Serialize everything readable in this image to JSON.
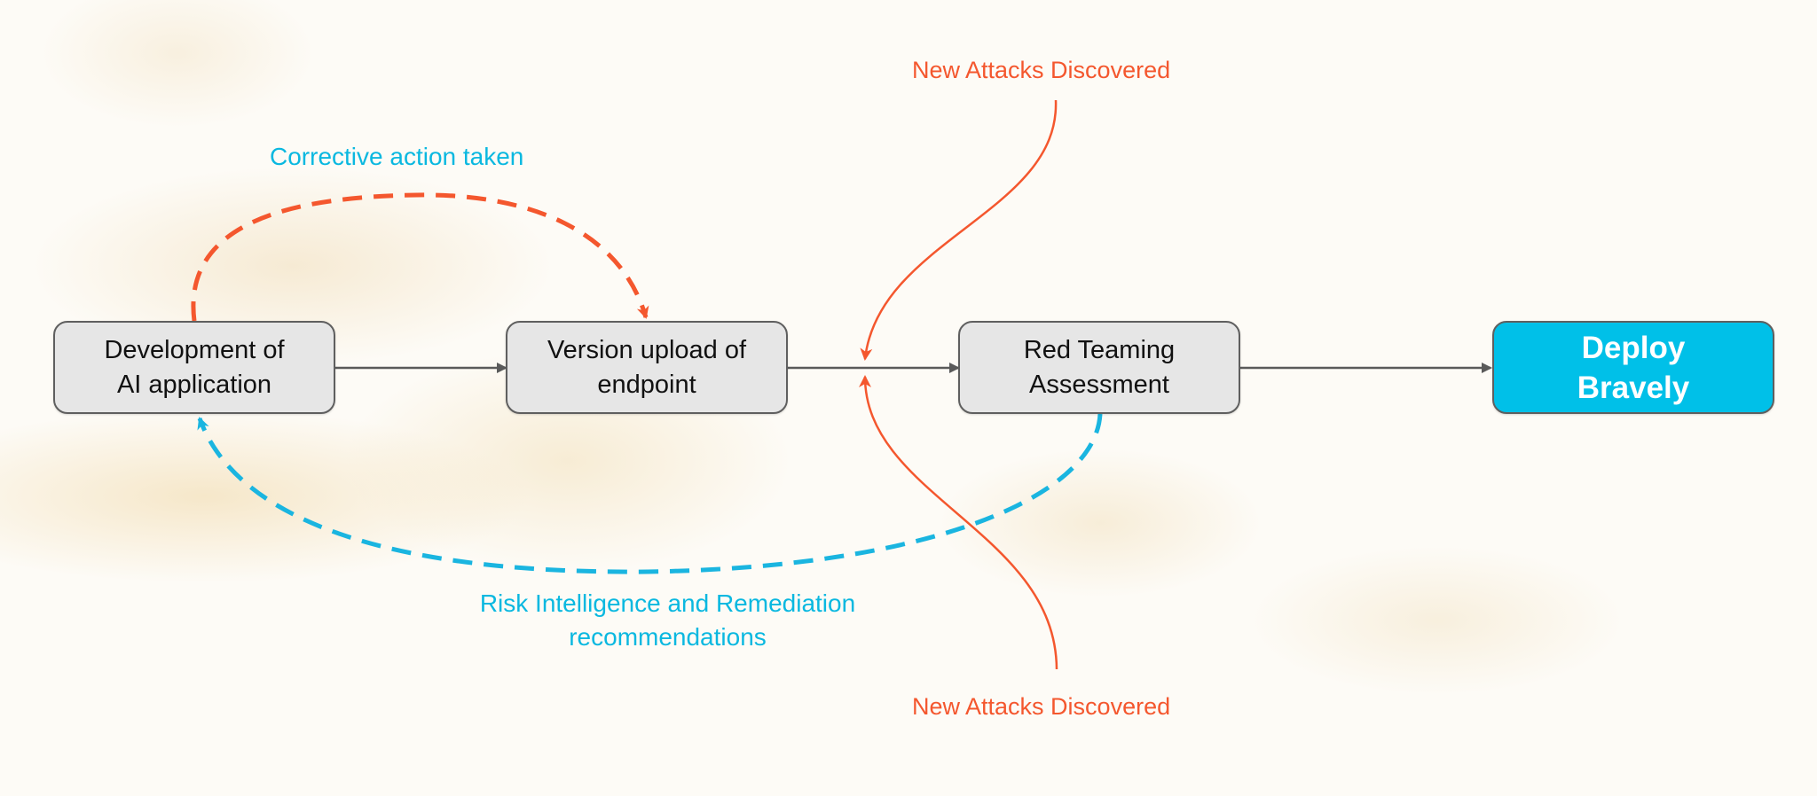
{
  "colors": {
    "accent_cyan": "#00c0e8",
    "feedback_cyan": "#1ab5e0",
    "attack_orange": "#f4572e",
    "node_fill": "#e6e6e6",
    "node_border": "#5f5f5f",
    "flow_arrow": "#5a5a5a"
  },
  "nodes": [
    {
      "id": "dev",
      "label": "Development of\nAI application"
    },
    {
      "id": "upload",
      "label": "Version upload of\nendpoint"
    },
    {
      "id": "redteam",
      "label": "Red Teaming\nAssessment"
    },
    {
      "id": "deploy",
      "label": "Deploy\nBravely"
    }
  ],
  "edges": [
    {
      "from": "dev",
      "to": "upload",
      "style": "solid",
      "color": "flow_arrow"
    },
    {
      "from": "upload",
      "to": "redteam",
      "style": "solid",
      "color": "flow_arrow"
    },
    {
      "from": "redteam",
      "to": "deploy",
      "style": "solid",
      "color": "flow_arrow"
    },
    {
      "from": "dev",
      "to": "upload",
      "style": "dashed",
      "color": "attack_orange",
      "label": "Corrective action taken"
    },
    {
      "from": "redteam",
      "to": "dev",
      "style": "dashed",
      "color": "feedback_cyan",
      "label": "Risk Intelligence and Remediation\nrecommendations"
    },
    {
      "from": "attacks_top",
      "to": "upload-redteam-edge",
      "style": "solid",
      "color": "attack_orange",
      "label": "New Attacks Discovered"
    },
    {
      "from": "attacks_bottom",
      "to": "upload-redteam-edge",
      "style": "solid",
      "color": "attack_orange",
      "label": "New Attacks Discovered"
    }
  ],
  "labels": {
    "corrective": "Corrective action taken",
    "risk": "Risk Intelligence and Remediation\nrecommendations",
    "attacks_top": "New Attacks Discovered",
    "attacks_bottom": "New Attacks Discovered"
  }
}
